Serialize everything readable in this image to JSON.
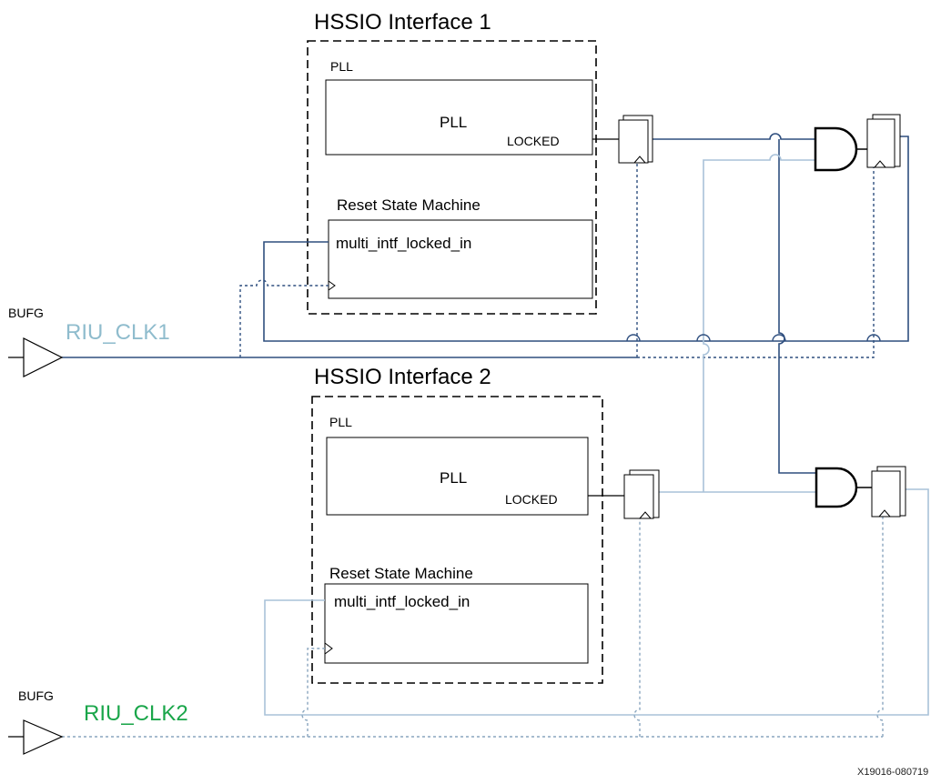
{
  "interfaces": [
    {
      "title": "HSSIO Interface 1",
      "pll_section_label": "PLL",
      "pll_block_label": "PLL",
      "locked_label": "LOCKED",
      "rsm_section_label": "Reset State Machine",
      "rsm_port_label": "multi_intf_locked_in"
    },
    {
      "title": "HSSIO Interface 2",
      "pll_section_label": "PLL",
      "pll_block_label": "PLL",
      "locked_label": "LOCKED",
      "rsm_section_label": "Reset State Machine",
      "rsm_port_label": "multi_intf_locked_in"
    }
  ],
  "buffers": [
    {
      "label": "BUFG",
      "clock_name": "RIU_CLK1",
      "clock_color": "#8fbccd"
    },
    {
      "label": "BUFG",
      "clock_name": "RIU_CLK2",
      "clock_color": "#1aa64a"
    }
  ],
  "colors": {
    "clk1_wire": "#2f4f7f",
    "clk2_wire": "#a9c2d9",
    "frame": "#000000"
  },
  "figure_id": "X19016-080719"
}
